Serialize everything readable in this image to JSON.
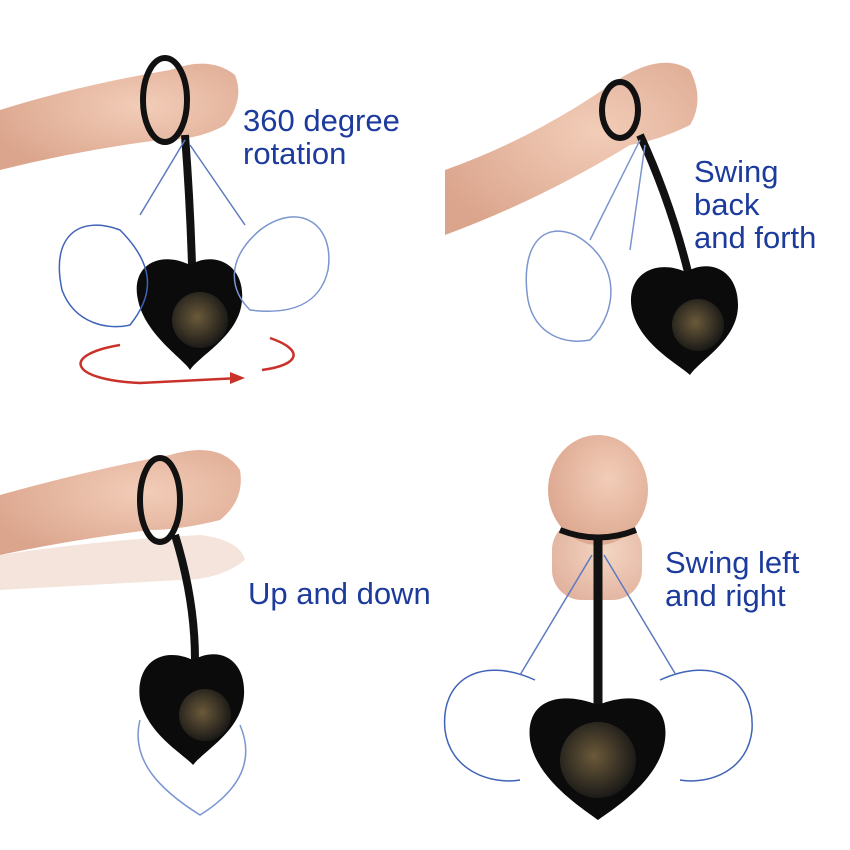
{
  "panels": [
    {
      "label": "360 degree\nrotation"
    },
    {
      "label": "Swing\nback\nand forth"
    },
    {
      "label": "Up and down"
    },
    {
      "label": "Swing left\nand right"
    }
  ],
  "colors": {
    "text": "#1c3b9c",
    "outline": "#3f63b8",
    "arrow": "#c8322a",
    "skin": "#e9b9a2",
    "product": "#0b0b0b"
  }
}
